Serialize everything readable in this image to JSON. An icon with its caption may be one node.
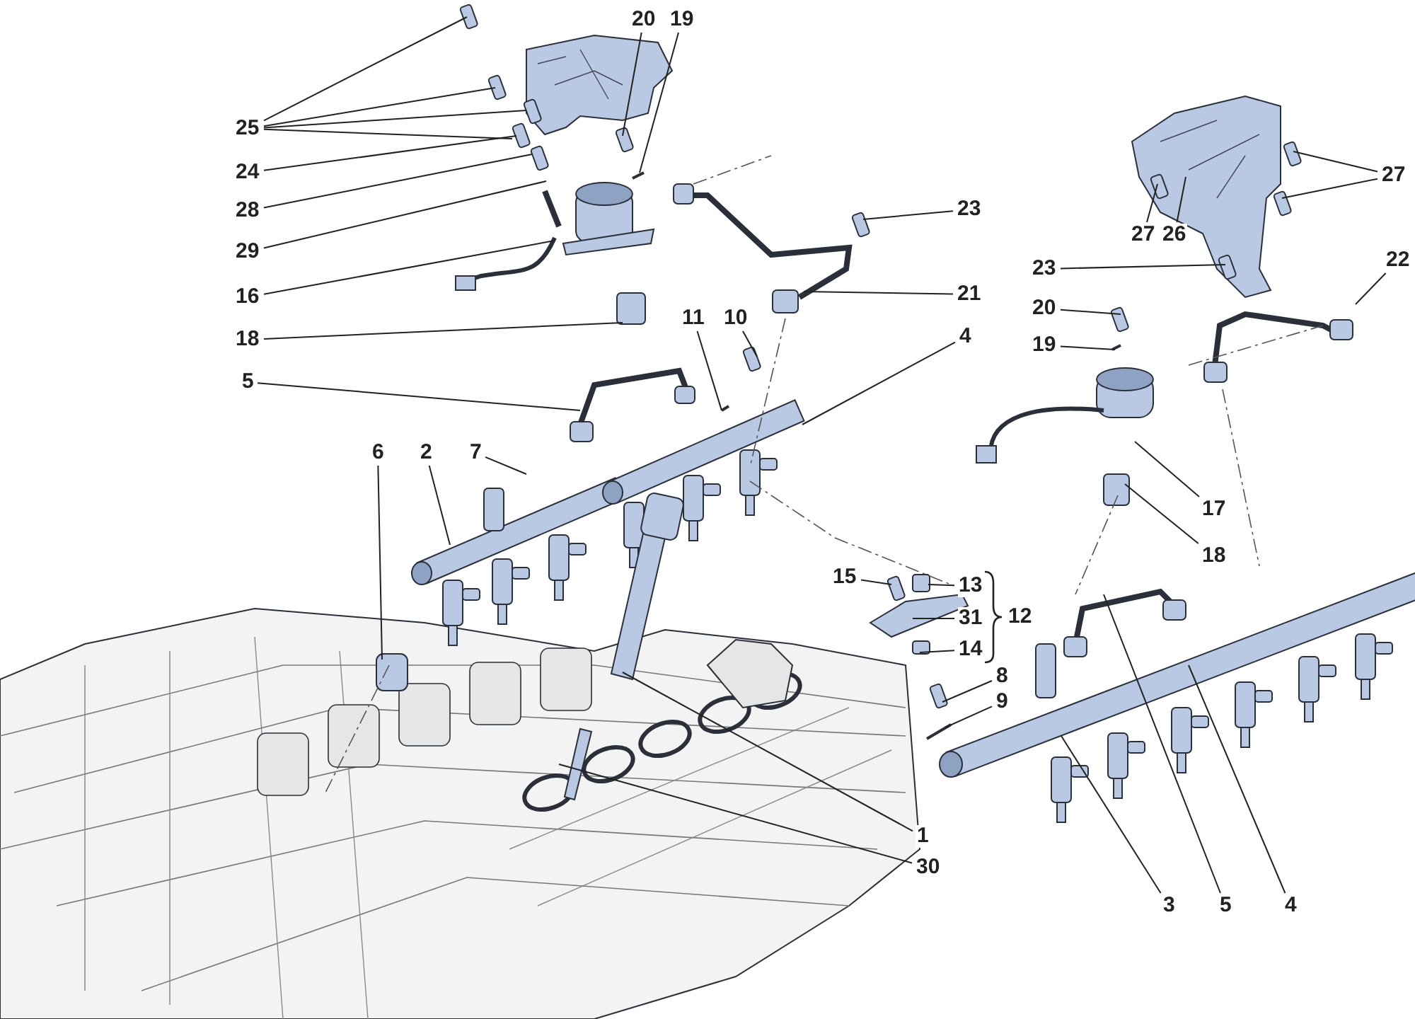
{
  "diagram": {
    "nodes": [
      {
        "text": [
          "25"
        ]
      },
      {
        "text": [
          "24"
        ]
      },
      {
        "text": [
          "28"
        ]
      },
      {
        "text": [
          "29"
        ]
      },
      {
        "text": [
          "16"
        ]
      },
      {
        "text": [
          "18"
        ]
      },
      {
        "text": [
          "20"
        ]
      },
      {
        "text": [
          "19"
        ]
      },
      {
        "text": [
          "23"
        ]
      },
      {
        "text": [
          "21"
        ]
      },
      {
        "text": [
          "11"
        ]
      },
      {
        "text": [
          "10"
        ]
      },
      {
        "text": [
          "4"
        ]
      },
      {
        "text": [
          "5"
        ]
      },
      {
        "text": [
          "6"
        ]
      },
      {
        "text": [
          "2"
        ]
      },
      {
        "text": [
          "7"
        ]
      },
      {
        "text": [
          "13"
        ]
      },
      {
        "text": [
          "31"
        ]
      },
      {
        "text": [
          "14"
        ]
      },
      {
        "text": [
          "8"
        ]
      },
      {
        "text": [
          "9"
        ]
      },
      {
        "text": [
          "15"
        ]
      },
      {
        "text": [
          "1"
        ]
      },
      {
        "text": [
          "30"
        ]
      },
      {
        "text": [
          "3"
        ]
      },
      {
        "text": [
          "5"
        ]
      },
      {
        "text": [
          "4"
        ]
      },
      {
        "text": [
          "27"
        ]
      },
      {
        "text": [
          "27"
        ]
      },
      {
        "text": [
          "26"
        ]
      },
      {
        "text": [
          "23"
        ]
      },
      {
        "text": [
          "22"
        ]
      },
      {
        "text": [
          "20"
        ]
      },
      {
        "text": [
          "19"
        ]
      },
      {
        "text": [
          "17"
        ]
      },
      {
        "text": [
          "18"
        ]
      },
      {
        "text": [
          "12"
        ]
      }
    ],
    "edges": [
      {
        "from": 0,
        "to": null,
        "arrow": "none"
      },
      {
        "from": 0,
        "to": null,
        "arrow": "none"
      },
      {
        "from": 0,
        "to": null,
        "arrow": "none"
      },
      {
        "from": 0,
        "to": null,
        "arrow": "none"
      },
      {
        "from": 1,
        "to": null,
        "arrow": "none"
      },
      {
        "from": 2,
        "to": null,
        "arrow": "none"
      },
      {
        "from": 3,
        "to": null,
        "arrow": "none"
      },
      {
        "from": 4,
        "to": null,
        "arrow": "none"
      },
      {
        "from": 5,
        "to": null,
        "arrow": "none"
      },
      {
        "from": 6,
        "to": null,
        "arrow": "none"
      },
      {
        "from": 7,
        "to": null,
        "arrow": "none"
      },
      {
        "from": 8,
        "to": null,
        "arrow": "none"
      },
      {
        "from": 9,
        "to": null,
        "arrow": "none"
      },
      {
        "from": 10,
        "to": null,
        "arrow": "none"
      },
      {
        "from": 11,
        "to": null,
        "arrow": "none"
      },
      {
        "from": 12,
        "to": null,
        "arrow": "none"
      },
      {
        "from": 13,
        "to": null,
        "arrow": "none"
      },
      {
        "from": 14,
        "to": null,
        "arrow": "none"
      },
      {
        "from": 15,
        "to": null,
        "arrow": "none"
      },
      {
        "from": 16,
        "to": null,
        "arrow": "none"
      },
      {
        "from": 17,
        "to": null,
        "arrow": "none"
      },
      {
        "from": 18,
        "to": null,
        "arrow": "none"
      },
      {
        "from": 19,
        "to": null,
        "arrow": "none"
      },
      {
        "from": 20,
        "to": null,
        "arrow": "none"
      },
      {
        "from": 21,
        "to": null,
        "arrow": "none"
      },
      {
        "from": 22,
        "to": null,
        "arrow": "none"
      },
      {
        "from": 23,
        "to": null,
        "arrow": "none"
      },
      {
        "from": 24,
        "to": null,
        "arrow": "none"
      },
      {
        "from": 25,
        "to": null,
        "arrow": "none"
      },
      {
        "from": 26,
        "to": null,
        "arrow": "none"
      },
      {
        "from": 27,
        "to": null,
        "arrow": "none"
      },
      {
        "from": 28,
        "to": null,
        "arrow": "none"
      },
      {
        "from": 28,
        "to": null,
        "arrow": "none"
      },
      {
        "from": 29,
        "to": null,
        "arrow": "none"
      },
      {
        "from": 30,
        "to": null,
        "arrow": "none"
      },
      {
        "from": 31,
        "to": null,
        "arrow": "none"
      },
      {
        "from": 32,
        "to": null,
        "arrow": "none"
      },
      {
        "from": 33,
        "to": null,
        "arrow": "none"
      },
      {
        "from": 34,
        "to": null,
        "arrow": "none"
      },
      {
        "from": 35,
        "to": null,
        "arrow": "none"
      },
      {
        "from": 36,
        "to": null,
        "arrow": "none"
      }
    ]
  }
}
